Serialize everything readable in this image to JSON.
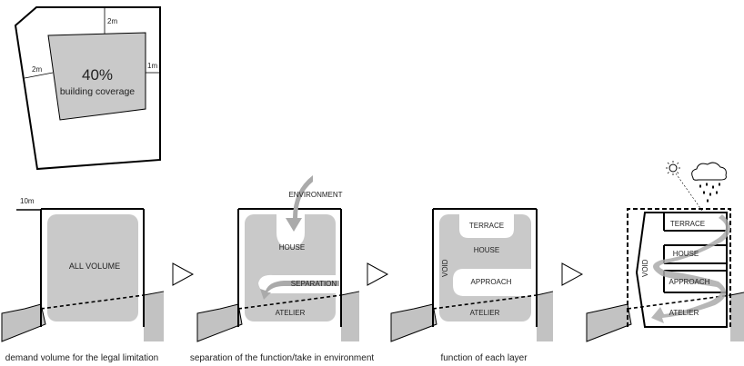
{
  "colors": {
    "mass": "#c9c9c9",
    "ground": "#c2c2c2",
    "line": "#000000",
    "light": "#ffffff"
  },
  "site_plan": {
    "percent": "40%",
    "coverage": "building coverage",
    "dim_top": "2m",
    "dim_left": "2m",
    "dim_right": "1m"
  },
  "scale_label": "10m",
  "panels": [
    {
      "caption": "demand volume for the legal limitation",
      "labels": {
        "volume": "ALL VOLUME"
      }
    },
    {
      "caption": "separation of the function/take in environment",
      "labels": {
        "environment": "ENVIRONMENT",
        "house": "HOUSE",
        "separation": "SEPARATION",
        "atelier": "ATELIER"
      }
    },
    {
      "caption": "function of each layer",
      "labels": {
        "terrace": "TERRACE",
        "house": "HOUSE",
        "approach": "APPROACH",
        "atelier": "ATELIER",
        "void": "VOID"
      }
    },
    {
      "caption": "",
      "labels": {
        "terrace": "TERRACE",
        "house": "HOUSE",
        "approach": "APPROACH",
        "atelier": "ATELIER",
        "void": "VOID"
      }
    }
  ],
  "icons": [
    "play-arrow-icon",
    "play-arrow-icon",
    "play-arrow-icon",
    "sun-icon",
    "rain-cloud-icon"
  ]
}
